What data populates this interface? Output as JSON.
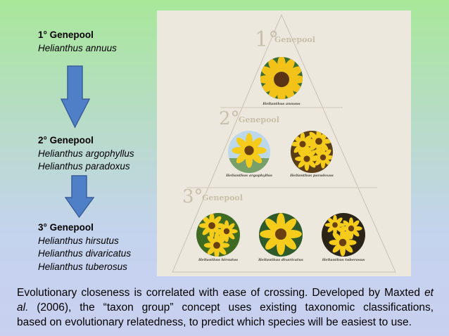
{
  "left_panel": {
    "primary": {
      "heading": "1° Genepool",
      "species": [
        "Helianthus annuus"
      ]
    },
    "secondary": {
      "heading": "2° Genepool",
      "species": [
        "Helianthus argophyllus",
        "Helianthus paradoxus"
      ]
    },
    "tertiary": {
      "heading": "3° Genepool",
      "species": [
        "Helianthus hirsutus",
        "Helianthus divaricatus",
        "Helianthus tuberosus"
      ]
    }
  },
  "pyramid": {
    "tier1": {
      "number": "1°",
      "label": "Genepool",
      "photos": [
        "Helianthus annuus"
      ]
    },
    "tier2": {
      "number": "2°",
      "label": "Genepool",
      "photos": [
        "Helianthus argophyllus",
        "Helianthus paradoxus"
      ]
    },
    "tier3": {
      "number": "3°",
      "label": "Genepool",
      "photos": [
        "Helianthus hirsutus",
        "Helianthus divaricatus",
        "Helianthus tuberosus"
      ]
    }
  },
  "caption": {
    "part1": "Evolutionary closeness is correlated with ease of crossing. Developed by Maxted",
    "etal": "et al.",
    "part2": " (2006), the “taxon group” concept uses existing taxonomic classifications,",
    "part3": "based on evolutionary relatedness, to predict which species will be easiest to use."
  },
  "colors": {
    "arrow_fill": "#4f7fc6",
    "arrow_stroke": "#3a5f9a"
  }
}
